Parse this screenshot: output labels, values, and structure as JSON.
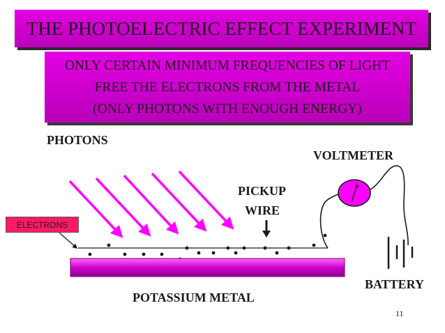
{
  "slide": {
    "title": "THE PHOTOELECTRIC EFFECT EXPERIMENT",
    "subtitle_lines": [
      "ONLY CERTAIN MINIMUM FREQUENCIES OF LIGHT",
      "FREE THE ELECTRONS FROM THE METAL",
      "(ONLY PHOTONS WITH ENOUGH ENERGY)"
    ],
    "page_number": "11"
  },
  "labels": {
    "photons": "PHOTONS",
    "voltmeter": "VOLTMETER",
    "pickup": "PICKUP",
    "wire": "WIRE",
    "electrons": "ELECTRONS",
    "battery": "BATTERY",
    "metal": "POTASSIUM METAL"
  },
  "icons": {
    "voltmeter": "voltmeter-dial-icon",
    "battery": "battery-cells-icon",
    "pickup_arrow": "arrow-down-icon"
  },
  "colors": {
    "title_box": "#d000d0",
    "photon_arrow": "#ff00ff",
    "metal_bar": "#c800c8",
    "electrons_label_box": "#ff1a66",
    "voltmeter_dial": "#ff00ff"
  }
}
